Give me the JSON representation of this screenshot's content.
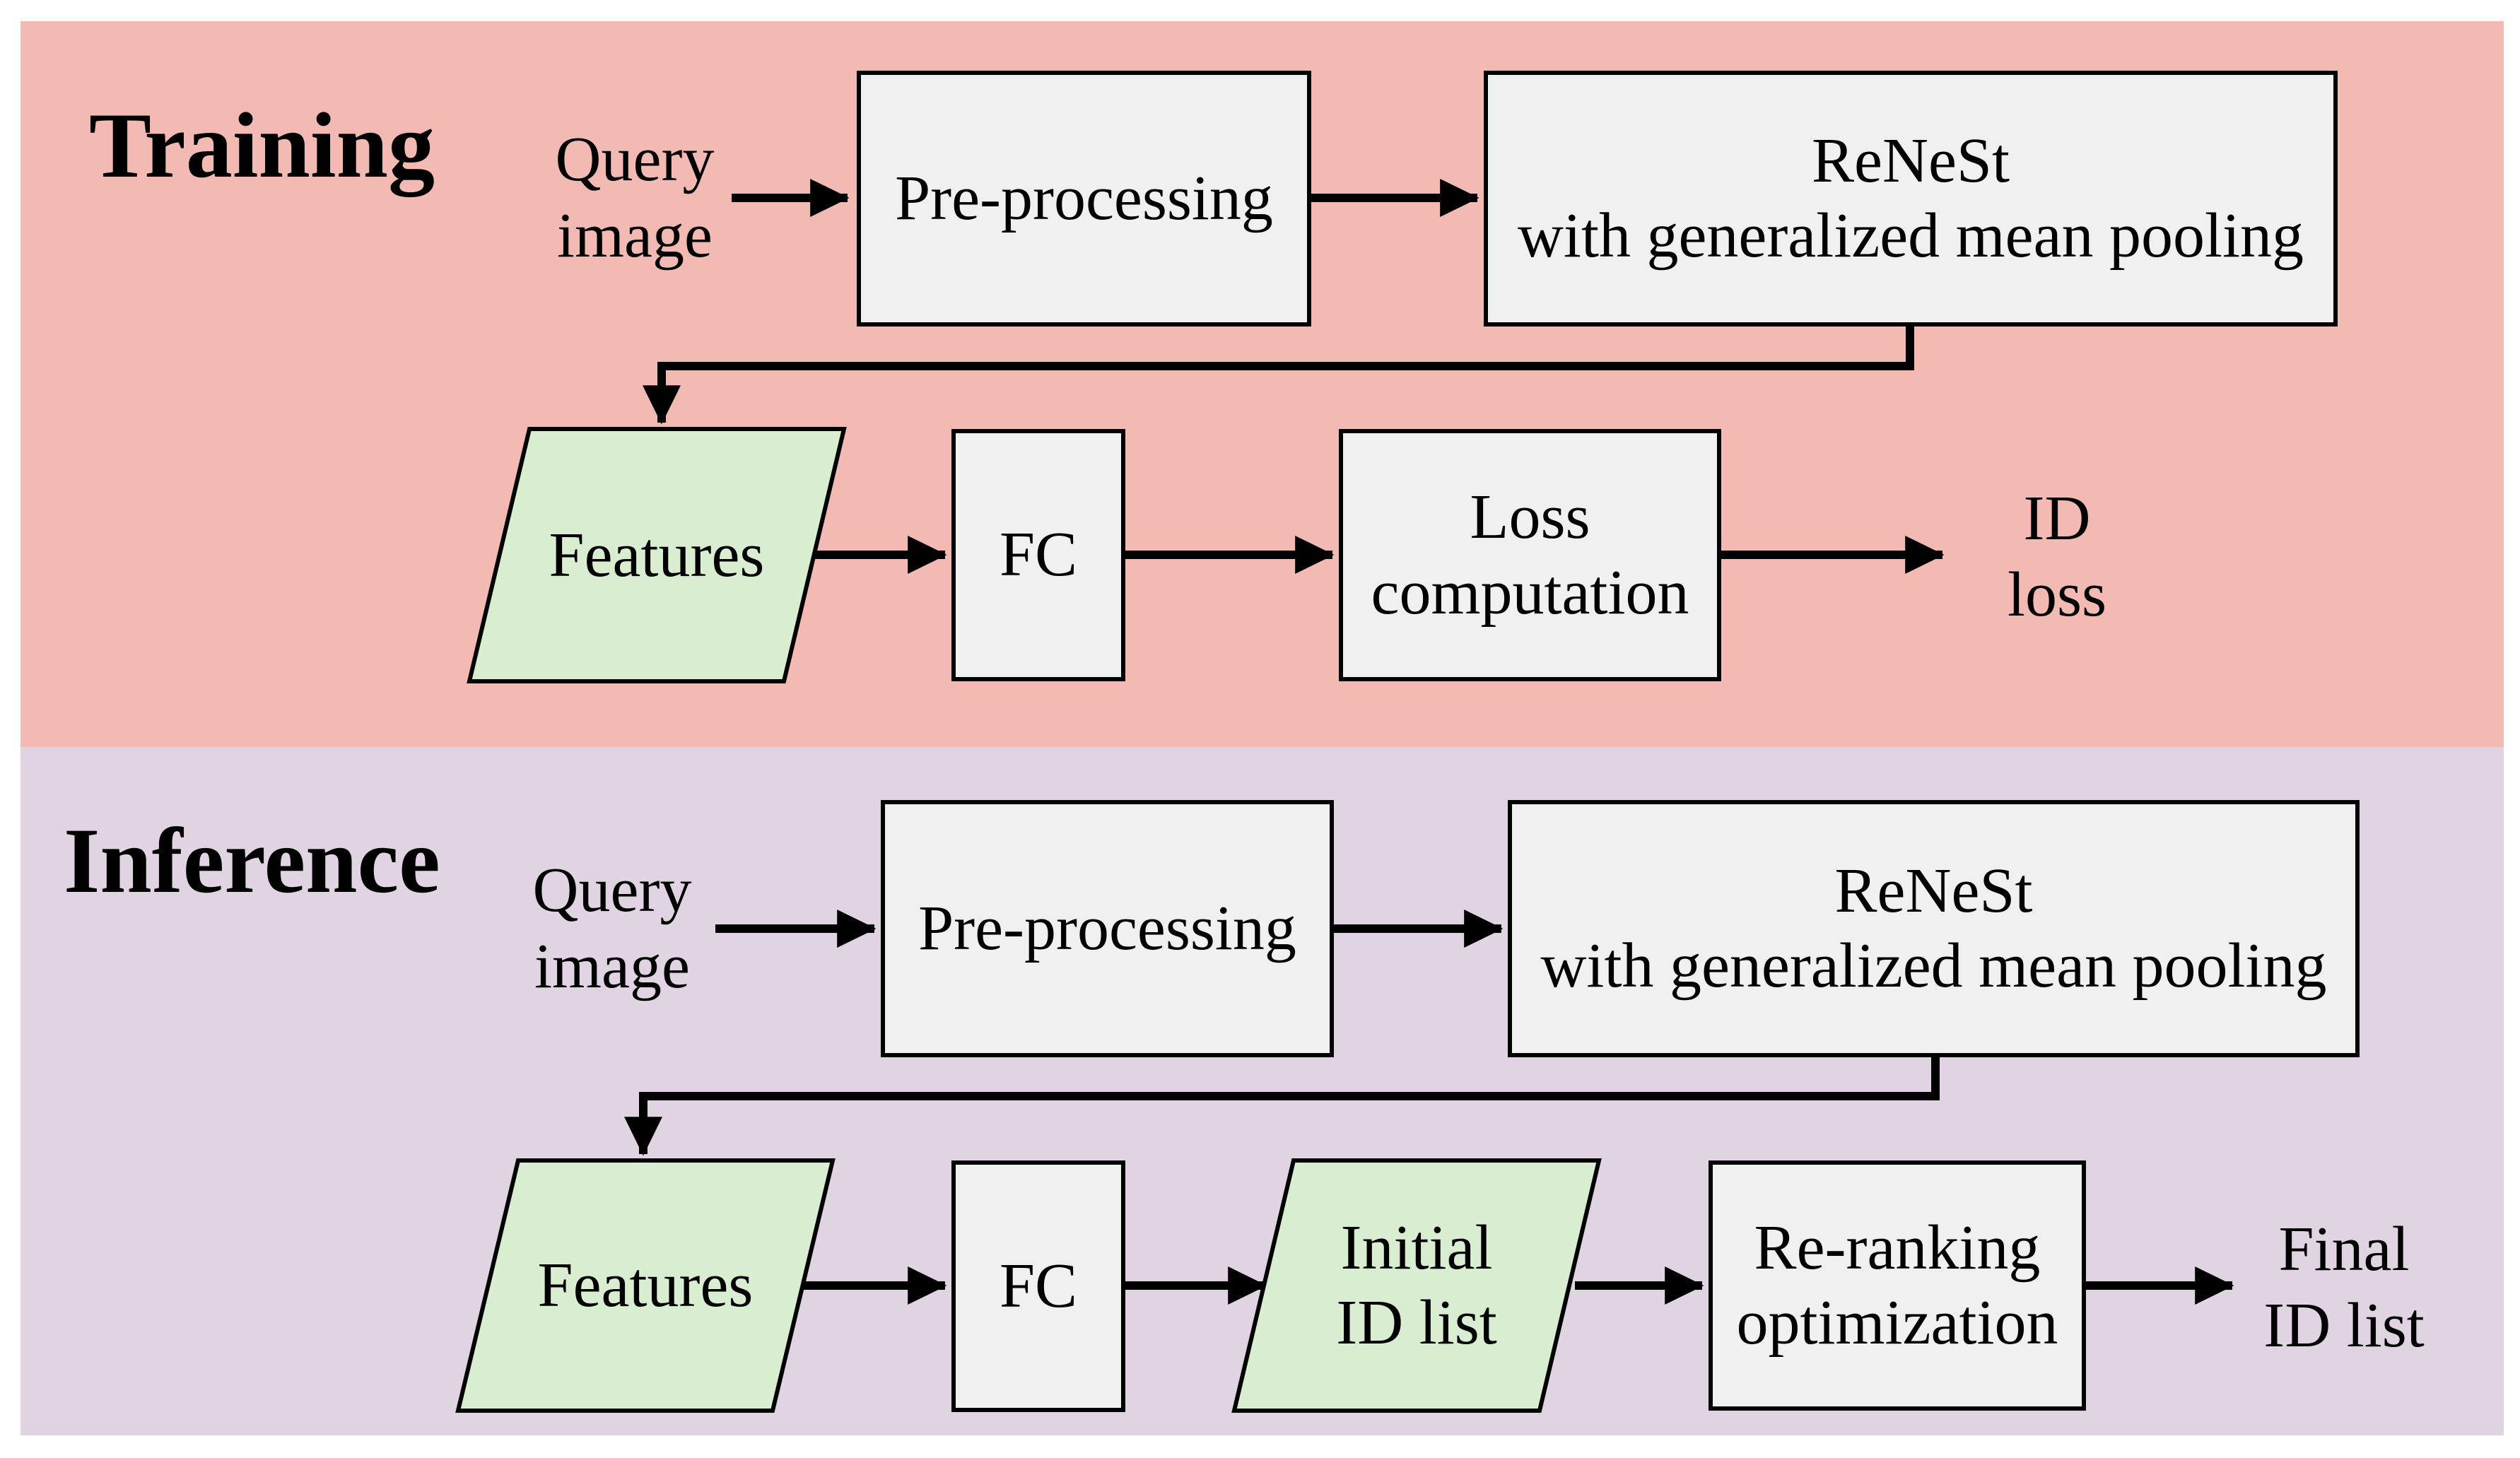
{
  "colors": {
    "training_bg": "#F2BAB3",
    "inference_bg": "#E0D4E2",
    "process_box_fill": "#F0F0F0",
    "data_shape_fill": "#D9EDD1",
    "line_color": "#000000"
  },
  "training": {
    "section_label": "Training",
    "query_image": "Query\nimage",
    "preprocessing": "Pre-processing",
    "backbone": "ReNeSt\nwith generalized mean pooling",
    "features": "Features",
    "fc": "FC",
    "loss_computation": "Loss\ncomputation",
    "id_loss": "ID\nloss"
  },
  "inference": {
    "section_label": "Inference",
    "query_image": "Query\nimage",
    "preprocessing": "Pre-processing",
    "backbone": "ReNeSt\nwith generalized mean pooling",
    "features": "Features",
    "fc": "FC",
    "initial_id_list": "Initial\nID list",
    "reranking": "Re-ranking\noptimization",
    "final_id_list": "Final\nID list"
  }
}
